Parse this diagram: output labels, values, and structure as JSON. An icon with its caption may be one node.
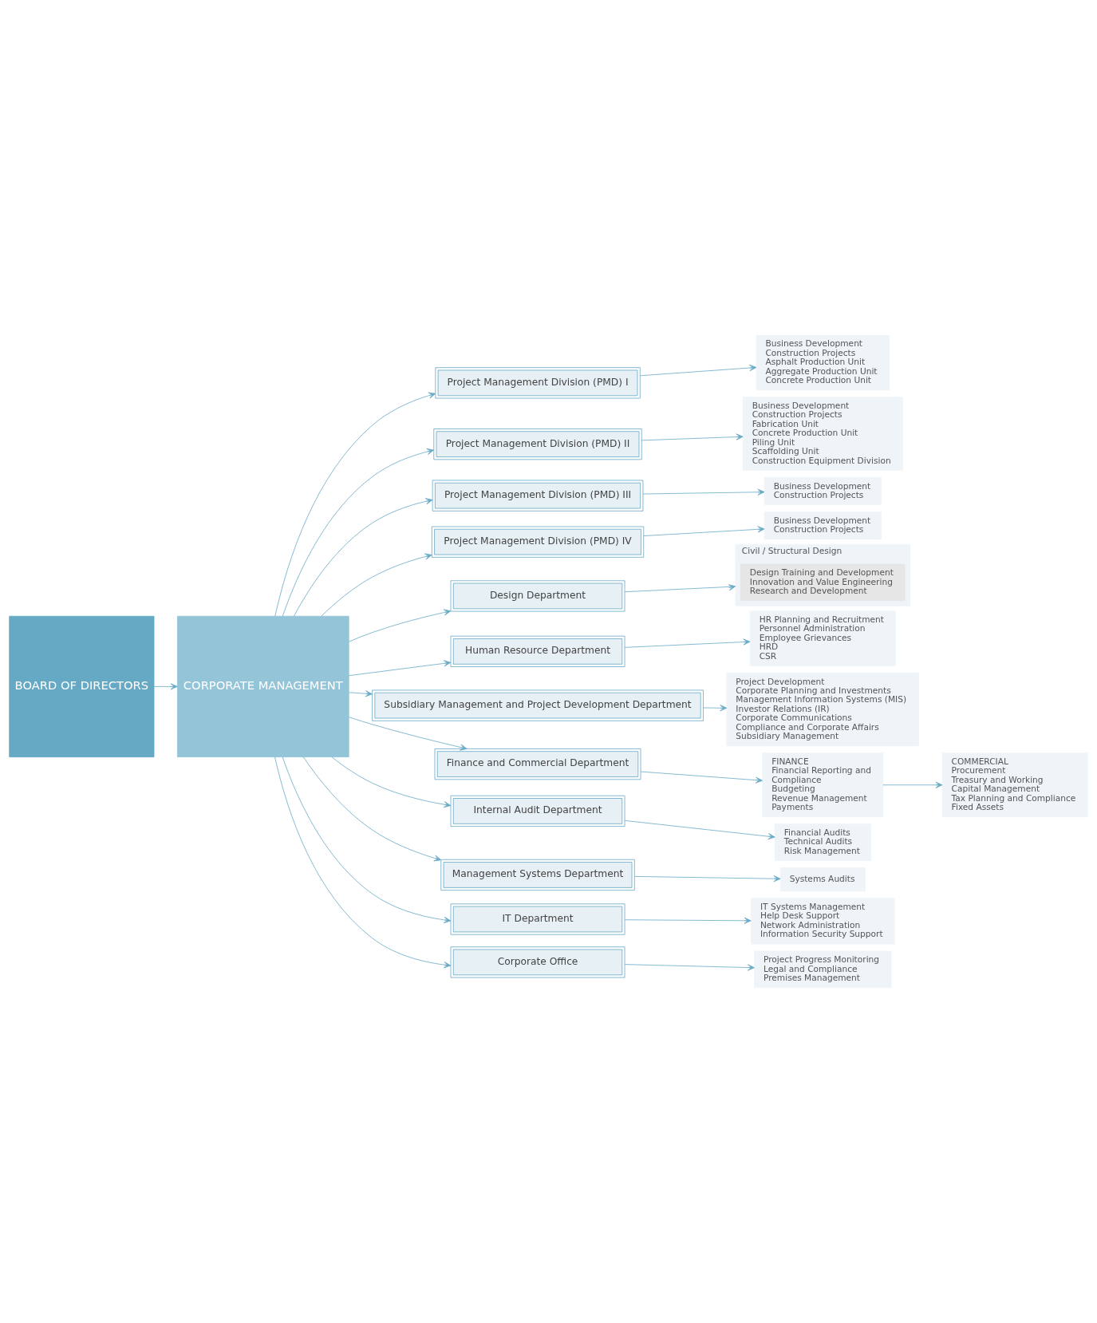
{
  "diagram": {
    "nodes": [
      {
        "text": [
          "BOARD OF DIRECTORS"
        ]
      },
      {
        "text": [
          "CORPORATE MANAGEMENT"
        ]
      },
      {
        "text": [
          "Project Management Division (PMD) I"
        ]
      },
      {
        "text": [
          "Business Development",
          "Construction Projects",
          "Asphalt Production Unit",
          "Aggregate Production Unit",
          "Concrete Production Unit"
        ]
      },
      {
        "text": [
          "Project Management Division (PMD) II"
        ]
      },
      {
        "text": [
          "Business Development",
          "Construction Projects",
          "Fabrication Unit",
          "Concrete Production Unit",
          "Piling Unit",
          "Scaffolding Unit",
          "Construction Equipment Division"
        ]
      },
      {
        "text": [
          "Project Management Division (PMD) III"
        ]
      },
      {
        "text": [
          "Business Development",
          "Construction Projects"
        ]
      },
      {
        "text": [
          "Project Management Division (PMD) IV"
        ]
      },
      {
        "text": [
          "Business Development",
          "Construction Projects"
        ]
      },
      {
        "text": [
          "Design Department"
        ]
      },
      {
        "text": [
          "Civil / Structural Design"
        ]
      },
      {
        "text": [
          "Design Training and Development",
          "Innovation and Value Engineering",
          "Research and Development"
        ],
        "in": 11
      },
      {
        "text": [
          "Human Resource Department"
        ]
      },
      {
        "text": [
          "HR Planning and Recruitment",
          "Personnel Administration",
          "Employee Grievances",
          "HRD",
          "CSR"
        ]
      },
      {
        "text": [
          "Subsidiary Management and Project Development Department"
        ]
      },
      {
        "text": [
          "Project Development",
          "Corporate Planning and Investments",
          "Management Information Systems (MIS)",
          "Investor Relations (IR)",
          "Corporate Communications",
          "Compliance and Corporate Affairs",
          "Subsidiary Management"
        ]
      },
      {
        "text": [
          "Finance and Commercial Department"
        ]
      },
      {
        "text": [
          "FINANCE",
          "Financial Reporting and",
          "Compliance",
          "Budgeting",
          "Revenue Management",
          "Payments"
        ]
      },
      {
        "text": [
          "COMMERCIAL",
          "Procurement",
          "Treasury and Working",
          "Capital Management",
          "Tax Planning and Compliance",
          "Fixed Assets"
        ]
      },
      {
        "text": [
          "Internal Audit Department"
        ]
      },
      {
        "text": [
          "Financial Audits",
          "Technical Audits",
          "Risk Management"
        ]
      },
      {
        "text": [
          "Management Systems Department"
        ]
      },
      {
        "text": [
          "Systems Audits"
        ]
      },
      {
        "text": [
          "IT Department"
        ]
      },
      {
        "text": [
          "IT Systems Management",
          "Help Desk Support",
          "Network Administration",
          "Information Security Support"
        ]
      },
      {
        "text": [
          "Corporate Office"
        ]
      },
      {
        "text": [
          "Project Progress Monitoring",
          "Legal and Compliance",
          "Premises Management"
        ]
      }
    ],
    "edges": [
      {
        "from": 0,
        "to": 1,
        "arrow": "to"
      },
      {
        "from": 1,
        "to": 2,
        "arrow": "to"
      },
      {
        "from": 1,
        "to": 4,
        "arrow": "to"
      },
      {
        "from": 1,
        "to": 6,
        "arrow": "to"
      },
      {
        "from": 1,
        "to": 8,
        "arrow": "to"
      },
      {
        "from": 1,
        "to": 10,
        "arrow": "to"
      },
      {
        "from": 1,
        "to": 13,
        "arrow": "to"
      },
      {
        "from": 1,
        "to": 15,
        "arrow": "to"
      },
      {
        "from": 1,
        "to": 17,
        "arrow": "to"
      },
      {
        "from": 1,
        "to": 20,
        "arrow": "to"
      },
      {
        "from": 1,
        "to": 22,
        "arrow": "to"
      },
      {
        "from": 1,
        "to": 24,
        "arrow": "to"
      },
      {
        "from": 1,
        "to": 26,
        "arrow": "to"
      },
      {
        "from": 2,
        "to": 3,
        "arrow": "to"
      },
      {
        "from": 4,
        "to": 5,
        "arrow": "to"
      },
      {
        "from": 6,
        "to": 7,
        "arrow": "to"
      },
      {
        "from": 8,
        "to": 9,
        "arrow": "to"
      },
      {
        "from": 10,
        "to": 11,
        "arrow": "to"
      },
      {
        "from": 13,
        "to": 14,
        "arrow": "to"
      },
      {
        "from": 15,
        "to": 16,
        "arrow": "to"
      },
      {
        "from": 17,
        "to": 18,
        "arrow": "to"
      },
      {
        "from": 18,
        "to": 19,
        "arrow": "to"
      },
      {
        "from": 20,
        "to": 21,
        "arrow": "to"
      },
      {
        "from": 22,
        "to": 23,
        "arrow": "to"
      },
      {
        "from": 24,
        "to": 25,
        "arrow": "to"
      },
      {
        "from": 26,
        "to": 27,
        "arrow": "to"
      }
    ]
  }
}
